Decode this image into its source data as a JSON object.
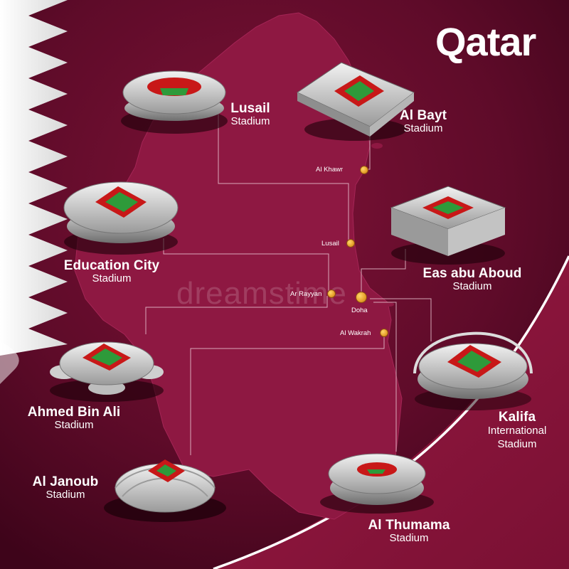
{
  "title": "Qatar",
  "watermark": "dreamstime",
  "colors": {
    "maroon": "#8a1538",
    "dark_bg": "#4a0620",
    "white": "#ffffff",
    "pitch_green": "#2e9a3a",
    "seat_red": "#d01a1a",
    "marker_gold": "#e6a02a"
  },
  "cities": [
    {
      "id": "al-khawr",
      "label": "Al Khawr"
    },
    {
      "id": "lusail",
      "label": "Lusail"
    },
    {
      "id": "ar-rayyan",
      "label": "Ar Rayyan"
    },
    {
      "id": "doha",
      "label": "Doha"
    },
    {
      "id": "al-wakrah",
      "label": "Al Wakrah"
    }
  ],
  "stadiums": [
    {
      "id": "lusail",
      "name": "Lusail",
      "sub": "Stadium"
    },
    {
      "id": "al-bayt",
      "name": "Al Bayt",
      "sub": "Stadium"
    },
    {
      "id": "education-city",
      "name": "Education City",
      "sub": "Stadium"
    },
    {
      "id": "eas-abu-aboud",
      "name": "Eas abu Aboud",
      "sub": "Stadium"
    },
    {
      "id": "ahmed-bin-ali",
      "name": "Ahmed Bin Ali",
      "sub": "Stadium"
    },
    {
      "id": "kalifa",
      "name": "Kalifa",
      "sub": "International Stadium"
    },
    {
      "id": "al-janoub",
      "name": "Al Janoub",
      "sub": "Stadium"
    },
    {
      "id": "al-thumama",
      "name": "Al Thumama",
      "sub": "Stadium"
    }
  ]
}
